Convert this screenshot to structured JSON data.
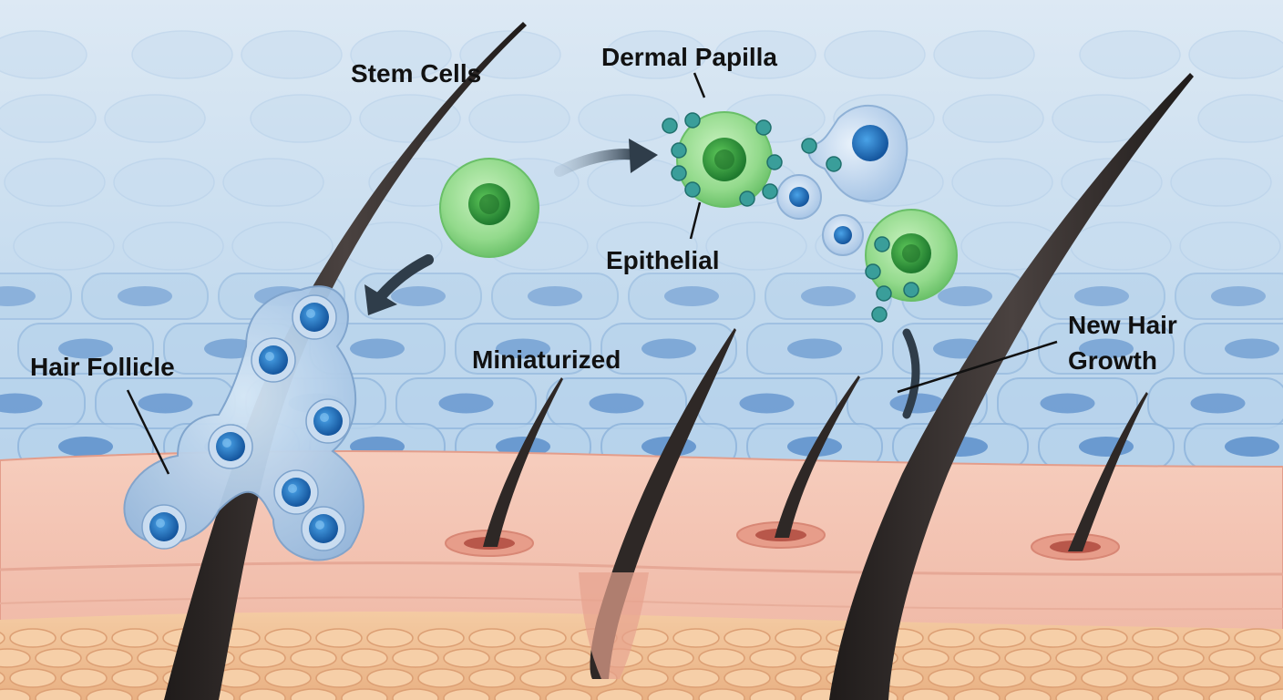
{
  "labels": {
    "stem_cells": "Stem Cells",
    "dermal_papilla": "Dermal Papilla",
    "epithelial": "Epithelial",
    "hair_follicle": "Hair Follicle",
    "miniaturized": "Miniaturized",
    "new_hair_line1": "New Hair",
    "new_hair_line2": "Growth"
  },
  "colors": {
    "background_top": "#dbe9f5",
    "background_cells": "#a9cbe8",
    "cell_nucleus_blue": "#3f79c2",
    "skin_surface": "#f2c2b0",
    "skin_edge": "#e8a493",
    "fat_layer": "#f3c79e",
    "hair": "#2f2a28",
    "stem_cell_green": "#8ed88a",
    "nucleus_green": "#2c8f3a",
    "follicle_cluster": "#a8c6e6",
    "follicle_nucleus": "#2268b5",
    "arrow": "#2f3d4a",
    "label_text": "#111111"
  },
  "icons": {
    "flow_arrow_1": "curved-arrow-icon",
    "flow_arrow_2": "curved-arrow-icon"
  }
}
